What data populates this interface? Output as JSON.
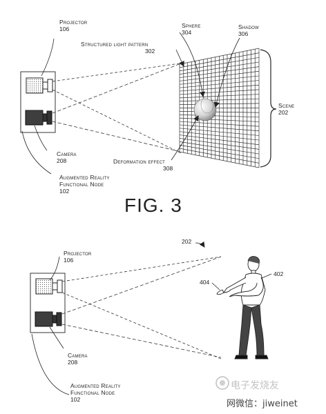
{
  "figure3": {
    "projector": {
      "name": "Projector",
      "ref": "106"
    },
    "structured_light": {
      "name": "Structured light pattern",
      "ref": "302"
    },
    "sphere": {
      "name": "Sphere",
      "ref": "304"
    },
    "shadow": {
      "name": "Shadow",
      "ref": "306"
    },
    "scene": {
      "name": "Scene",
      "ref": "202"
    },
    "camera": {
      "name": "Camera",
      "ref": "208"
    },
    "deformation": {
      "name": "Deformation effect",
      "ref": "308"
    },
    "node": {
      "line1": "Augmented Reality",
      "line2": "Functional Node",
      "ref": "102"
    },
    "caption": "FIG. 3"
  },
  "figure4": {
    "scene_ref": "202",
    "user_ref": "402",
    "hand_ref": "404",
    "projector": {
      "name": "Projector",
      "ref": "106"
    },
    "camera": {
      "name": "Camera",
      "ref": "208"
    },
    "node": {
      "line1": "Augmented Reality",
      "line2": "Functional Node",
      "ref": "102"
    }
  },
  "watermark": {
    "line1": "电子发烧友",
    "line2": "网微信：jiweinet"
  }
}
